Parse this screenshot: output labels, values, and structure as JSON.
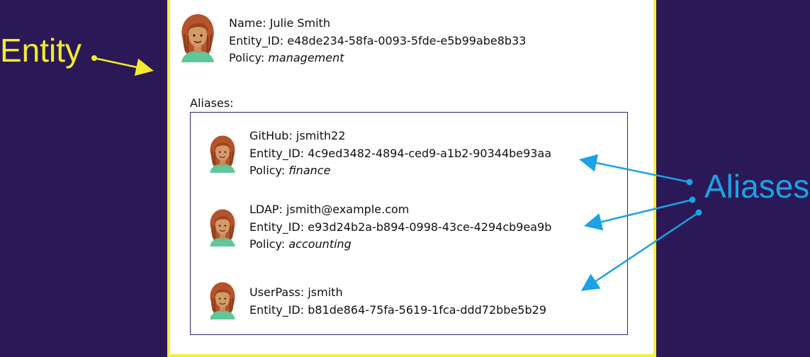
{
  "labels": {
    "entity": "Entity",
    "aliases": "Aliases"
  },
  "entity": {
    "name_label": "Name: ",
    "name": "Julie Smith",
    "id_label": "Entity_ID: ",
    "id": "e48de234-58fa-0093-5fde-e5b99abe8b33",
    "policy_label": "Policy: ",
    "policy": "management"
  },
  "aliases_heading": "Aliases:",
  "aliases": [
    {
      "source": "GitHub: ",
      "user": "jsmith22",
      "id_label": "Entity_ID: ",
      "id": "4c9ed3482-4894-ced9-a1b2-90344be93aa",
      "policy_label": "Policy: ",
      "policy": "finance"
    },
    {
      "source": "LDAP: ",
      "user": "jsmith@example.com",
      "id_label": "Entity_ID: ",
      "id": "e93d24b2a-b894-0998-43ce-4294cb9ea9b",
      "policy_label": "Policy: ",
      "policy": "accounting"
    },
    {
      "source": "UserPass: ",
      "user": "jsmith",
      "id_label": "Entity_ID: ",
      "id": "b81de864-75fa-5619-1fca-ddd72bbe5b29"
    }
  ],
  "colors": {
    "background": "#2b1856",
    "entity_accent": "#f3ec2c",
    "aliases_accent": "#1ba2e6",
    "border": "#f5ef3a"
  },
  "icons": {
    "avatar": "user-avatar-icon"
  }
}
